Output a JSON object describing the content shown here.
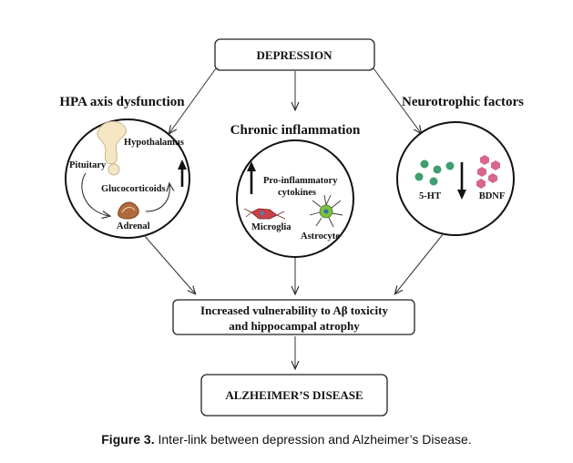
{
  "top_box": {
    "label": "DEPRESSION"
  },
  "branches": {
    "hpa": {
      "heading": "HPA axis dysfunction",
      "hypothalamus": "Hypothalamus",
      "pituitary": "Pituitary",
      "glucocorticoids": "Glucocorticoids",
      "adrenal": "Adrenal"
    },
    "inflammation": {
      "heading": "Chronic inflammation",
      "cytokines_line1": "Pro-inflammatory",
      "cytokines_line2": "cytokines",
      "microglia": "Microglia",
      "astrocyte": "Astrocyte"
    },
    "neurotrophic": {
      "heading": "Neurotrophic factors",
      "serotonin": "5-HT",
      "bdnf": "BDNF"
    }
  },
  "middle_box": {
    "line1": "Increased vulnerability to Aβ toxicity",
    "line2": "and hippocampal atrophy"
  },
  "bottom_box": {
    "label": "ALZHEIMER’S DISEASE"
  },
  "caption": {
    "prefix": "Figure 3.",
    "text": " Inter-link between depression and Alzheimer’s Disease."
  },
  "colors": {
    "gland": "#f5e6c4",
    "adrenal": "#b06a3c",
    "serotonin": "#3e9e6e",
    "bdnf": "#d8668a",
    "microglia": "#c8424a",
    "astrocyte": "#7fbf3f"
  }
}
